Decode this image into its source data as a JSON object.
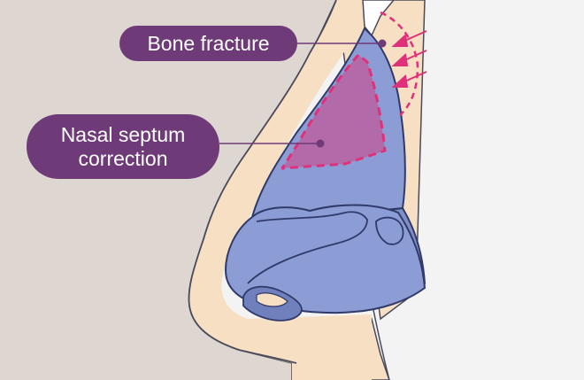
{
  "labels": {
    "bone_fracture": "Bone fracture",
    "septum_line1": "Nasal septum",
    "septum_line2": "correction"
  },
  "colors": {
    "background": "#f3f3f3",
    "face_background": "#ddd6d1",
    "skin": "#f7dfc4",
    "cartilage": "#8b9dd4",
    "septum_highlight": "#b36aa8",
    "label_pill": "#6e3a78",
    "arrow": "#e0307a"
  }
}
